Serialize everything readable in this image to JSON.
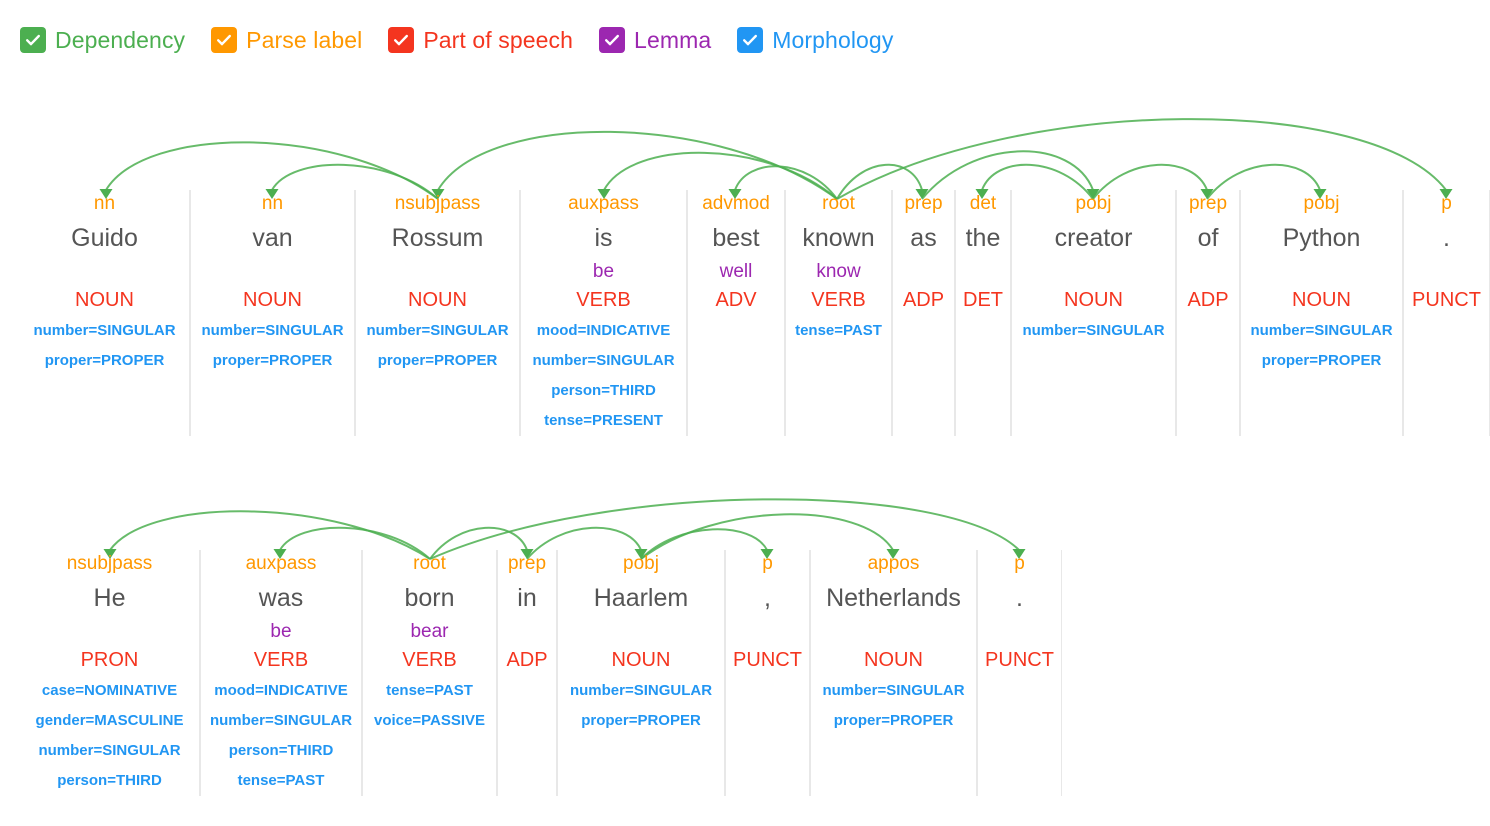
{
  "legend": {
    "items": [
      {
        "label": "Dependency",
        "color": "#4CAF50",
        "icon": "checkbox-checked-icon",
        "checked": true
      },
      {
        "label": "Parse label",
        "color": "#FF9800",
        "icon": "checkbox-checked-icon",
        "checked": true
      },
      {
        "label": "Part of speech",
        "color": "#F4351F",
        "icon": "checkbox-checked-icon",
        "checked": true
      },
      {
        "label": "Lemma",
        "color": "#9C27B0",
        "icon": "checkbox-checked-icon",
        "checked": true
      },
      {
        "label": "Morphology",
        "color": "#2196F3",
        "icon": "checkbox-checked-icon",
        "checked": true
      }
    ]
  },
  "colors": {
    "dependency_arc": "#4CAF50",
    "parse_label": "#FF9800",
    "part_of_speech": "#F4351F",
    "lemma": "#9C27B0",
    "morphology": "#2196F3",
    "word": "#555555",
    "divider": "#e8e8e8"
  },
  "sentences": [
    {
      "id": "sentence-1",
      "text": "Guido van Rossum is best known as the creator of Python .",
      "tokens": [
        {
          "word": "Guido",
          "dep": "nn",
          "lemma": "",
          "pos": "NOUN",
          "morph": [
            "number=SINGULAR",
            "proper=PROPER"
          ],
          "head": 2
        },
        {
          "word": "van",
          "dep": "nn",
          "lemma": "",
          "pos": "NOUN",
          "morph": [
            "number=SINGULAR",
            "proper=PROPER"
          ],
          "head": 2
        },
        {
          "word": "Rossum",
          "dep": "nsubjpass",
          "lemma": "",
          "pos": "NOUN",
          "morph": [
            "number=SINGULAR",
            "proper=PROPER"
          ],
          "head": 5
        },
        {
          "word": "is",
          "dep": "auxpass",
          "lemma": "be",
          "pos": "VERB",
          "morph": [
            "mood=INDICATIVE",
            "number=SINGULAR",
            "person=THIRD",
            "tense=PRESENT"
          ],
          "head": 5
        },
        {
          "word": "best",
          "dep": "advmod",
          "lemma": "well",
          "pos": "ADV",
          "morph": [],
          "head": 5
        },
        {
          "word": "known",
          "dep": "root",
          "lemma": "know",
          "pos": "VERB",
          "morph": [
            "tense=PAST"
          ],
          "head": 5
        },
        {
          "word": "as",
          "dep": "prep",
          "lemma": "",
          "pos": "ADP",
          "morph": [],
          "head": 5
        },
        {
          "word": "the",
          "dep": "det",
          "lemma": "",
          "pos": "DET",
          "morph": [],
          "head": 8
        },
        {
          "word": "creator",
          "dep": "pobj",
          "lemma": "",
          "pos": "NOUN",
          "morph": [
            "number=SINGULAR"
          ],
          "head": 6
        },
        {
          "word": "of",
          "dep": "prep",
          "lemma": "",
          "pos": "ADP",
          "morph": [],
          "head": 8
        },
        {
          "word": "Python",
          "dep": "pobj",
          "lemma": "",
          "pos": "NOUN",
          "morph": [
            "number=SINGULAR",
            "proper=PROPER"
          ],
          "head": 9
        },
        {
          "word": ".",
          "dep": "p",
          "lemma": "",
          "pos": "PUNCT",
          "morph": [],
          "head": 5
        }
      ]
    },
    {
      "id": "sentence-2",
      "text": "He was born in Haarlem , Netherlands .",
      "tokens": [
        {
          "word": "He",
          "dep": "nsubjpass",
          "lemma": "",
          "pos": "PRON",
          "morph": [
            "case=NOMINATIVE",
            "gender=MASCULINE",
            "number=SINGULAR",
            "person=THIRD"
          ],
          "head": 2
        },
        {
          "word": "was",
          "dep": "auxpass",
          "lemma": "be",
          "pos": "VERB",
          "morph": [
            "mood=INDICATIVE",
            "number=SINGULAR",
            "person=THIRD",
            "tense=PAST"
          ],
          "head": 2
        },
        {
          "word": "born",
          "dep": "root",
          "lemma": "bear",
          "pos": "VERB",
          "morph": [
            "tense=PAST",
            "voice=PASSIVE"
          ],
          "head": 2
        },
        {
          "word": "in",
          "dep": "prep",
          "lemma": "",
          "pos": "ADP",
          "morph": [],
          "head": 2
        },
        {
          "word": "Haarlem",
          "dep": "pobj",
          "lemma": "",
          "pos": "NOUN",
          "morph": [
            "number=SINGULAR",
            "proper=PROPER"
          ],
          "head": 3
        },
        {
          "word": ",",
          "dep": "p",
          "lemma": "",
          "pos": "PUNCT",
          "morph": [],
          "head": 4
        },
        {
          "word": "Netherlands",
          "dep": "appos",
          "lemma": "",
          "pos": "NOUN",
          "morph": [
            "number=SINGULAR",
            "proper=PROPER"
          ],
          "head": 4
        },
        {
          "word": ".",
          "dep": "p",
          "lemma": "",
          "pos": "PUNCT",
          "morph": [],
          "head": 2
        }
      ]
    }
  ],
  "layout": {
    "row1": {
      "centers": [
        106,
        272,
        438,
        604,
        735,
        837,
        922,
        982,
        1093,
        1207,
        1320,
        1446
      ],
      "edges": [
        20,
        190,
        355,
        520,
        687,
        785,
        892,
        955,
        1011,
        1176,
        1240,
        1403,
        1490
      ],
      "arcs": [
        {
          "from": 438,
          "to": 106,
          "h": 74
        },
        {
          "from": 438,
          "to": 272,
          "h": 44
        },
        {
          "from": 837,
          "to": 438,
          "h": 88
        },
        {
          "from": 837,
          "to": 604,
          "h": 60
        },
        {
          "from": 837,
          "to": 735,
          "h": 42
        },
        {
          "from": 837,
          "to": 922,
          "h": 44
        },
        {
          "from": 1093,
          "to": 982,
          "h": 44
        },
        {
          "from": 922,
          "to": 1093,
          "h": 62
        },
        {
          "from": 1093,
          "to": 1207,
          "h": 44
        },
        {
          "from": 1207,
          "to": 1320,
          "h": 44
        },
        {
          "from": 837,
          "to": 1446,
          "h": 105
        }
      ]
    },
    "row2": {
      "centers": [
        110,
        280,
        430,
        527,
        641,
        767,
        893,
        1019
      ],
      "edges": [
        20,
        200,
        362,
        497,
        557,
        725,
        810,
        977,
        1062
      ],
      "arcs": [
        {
          "from": 430,
          "to": 110,
          "h": 62
        },
        {
          "from": 430,
          "to": 280,
          "h": 40
        },
        {
          "from": 430,
          "to": 527,
          "h": 40
        },
        {
          "from": 527,
          "to": 641,
          "h": 40
        },
        {
          "from": 641,
          "to": 767,
          "h": 38
        },
        {
          "from": 641,
          "to": 893,
          "h": 58
        },
        {
          "from": 430,
          "to": 1019,
          "h": 78
        }
      ]
    }
  }
}
